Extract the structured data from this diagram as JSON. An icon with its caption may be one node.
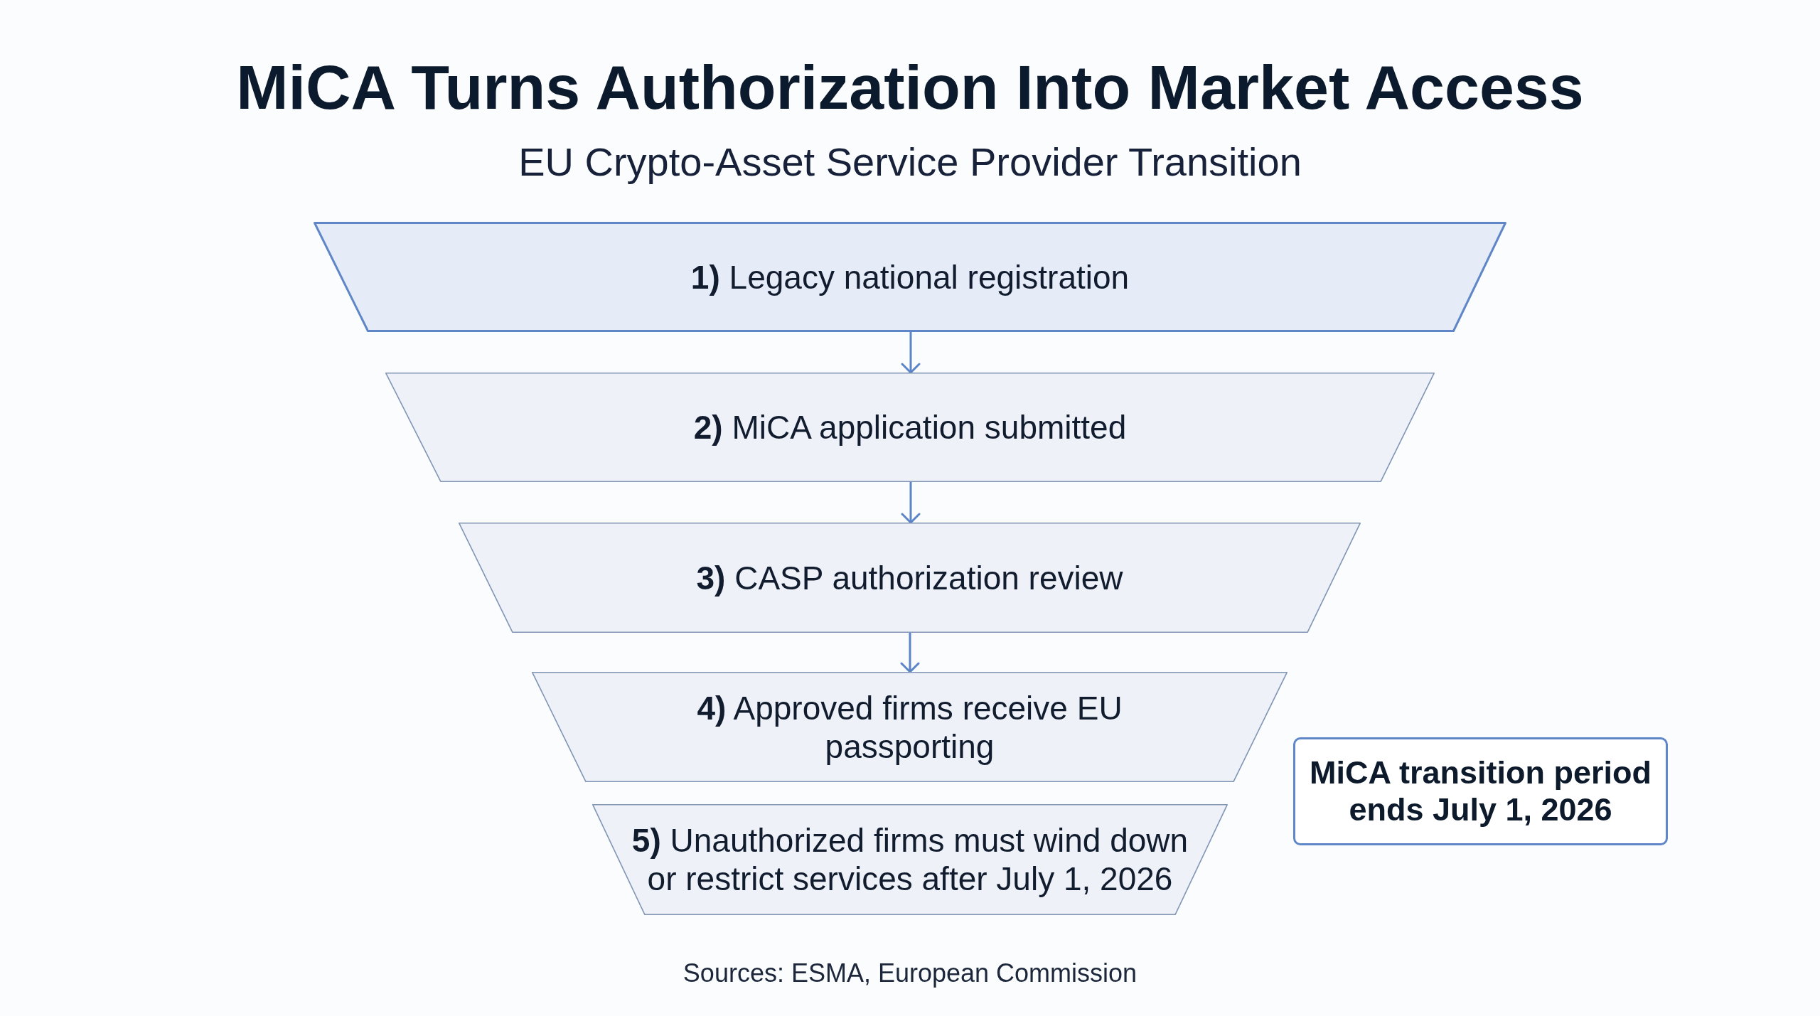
{
  "diagram": {
    "title": "MiCA Turns Authorization Into Market Access",
    "caption": "Sources: ESMA, European Commission",
    "nodes": [
      {
        "text": [
          "**1)** Legacy national registration"
        ]
      },
      {
        "text": [
          "**2)** MiCA application submitted"
        ]
      },
      {
        "text": [
          "**3)** CASP authorization review"
        ]
      },
      {
        "text": [
          "**4)** Approved firms receive EU passporting"
        ]
      },
      {
        "text": [
          "**5)** Unauthorized firms must wind down or restrict services after July 1, 2026"
        ]
      },
      {
        "text": [
          "MiCA transition period ends July 1, 2026"
        ]
      }
    ],
    "edges": [
      {
        "from": 0,
        "to": 1,
        "arrow": "to"
      },
      {
        "from": 1,
        "to": 2,
        "arrow": "to"
      },
      {
        "from": 2,
        "to": 3,
        "arrow": "to"
      }
    ],
    "labels": [
      "EU Crypto-Asset Service Provider Transition"
    ]
  }
}
